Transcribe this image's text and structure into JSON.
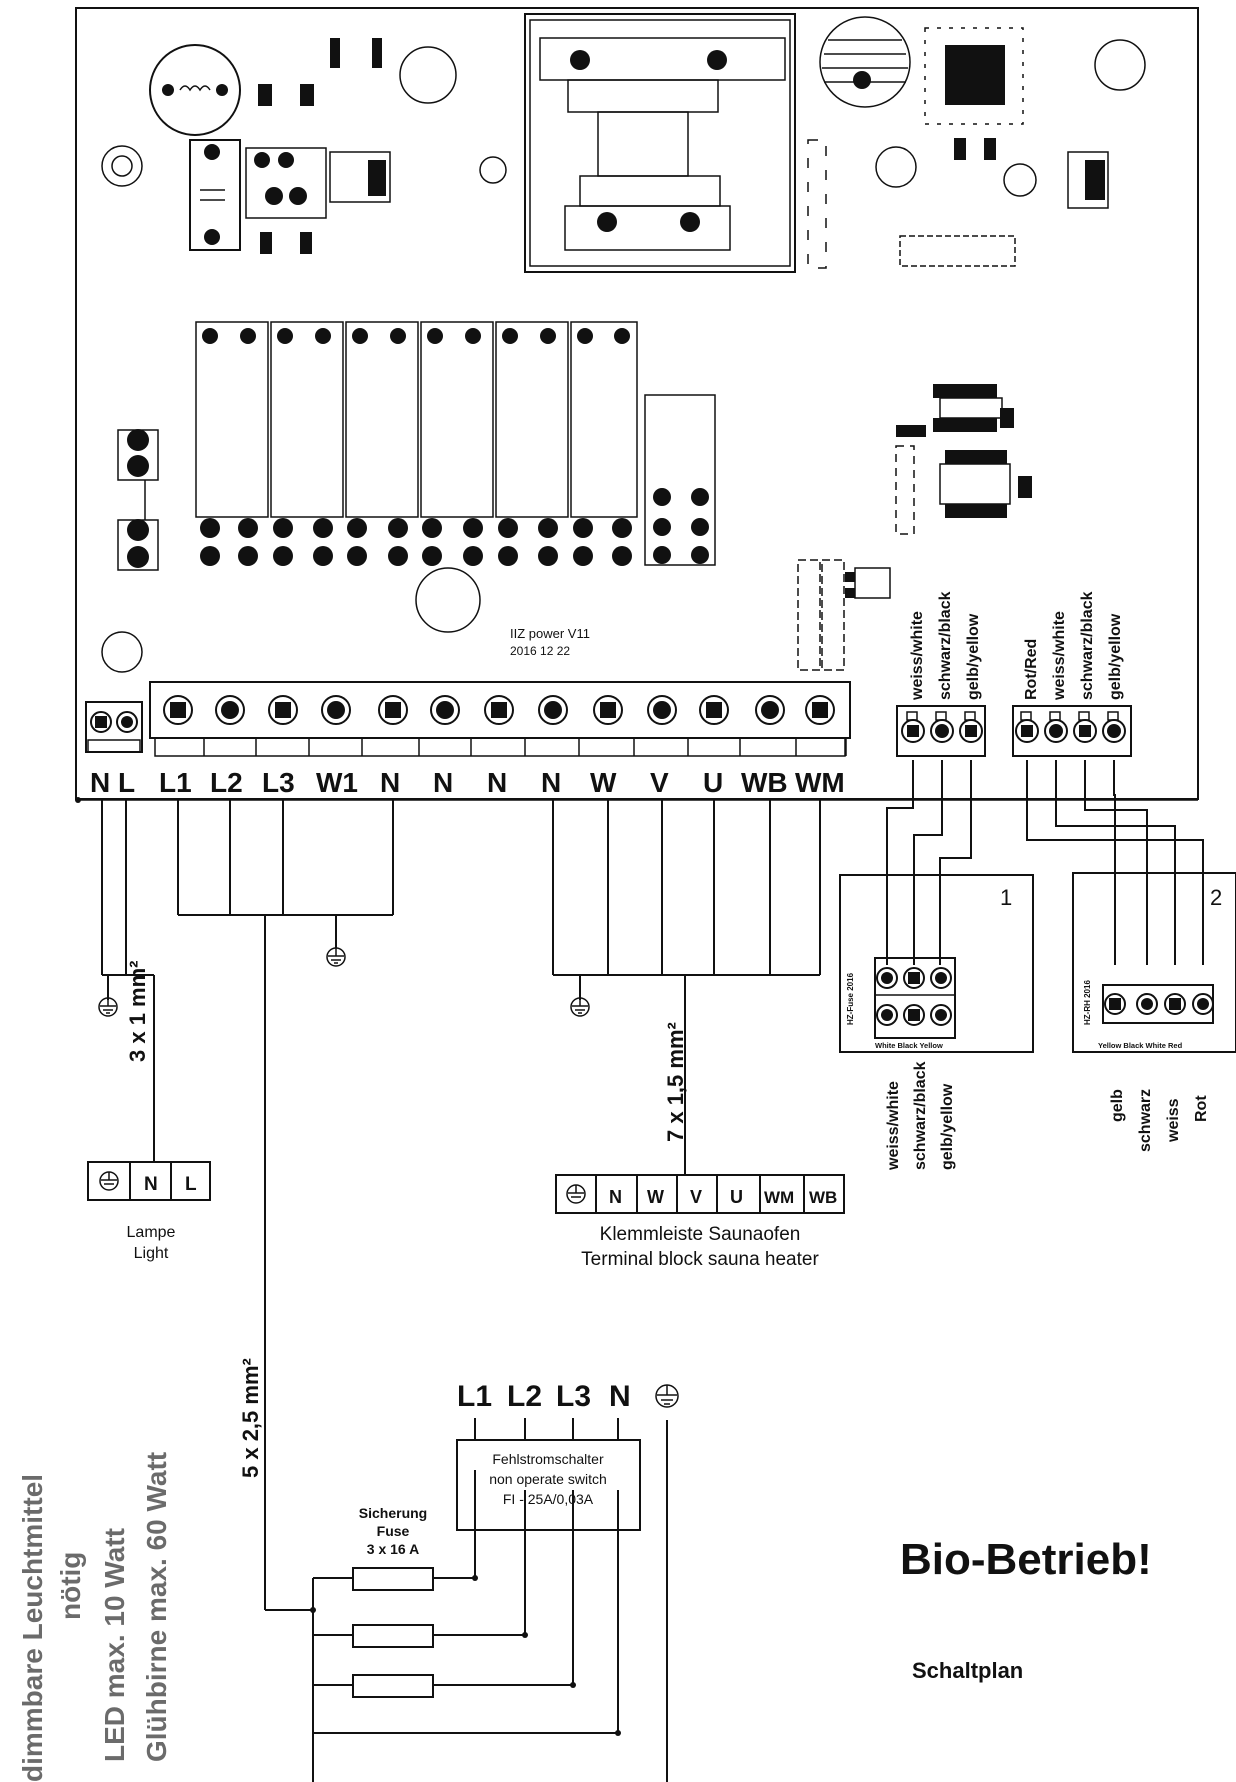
{
  "board": {
    "label_line1": "IIZ power V11",
    "label_line2": "2016 12 22"
  },
  "lamp_terminals": [
    "N",
    "L"
  ],
  "main_terminals": [
    "L1",
    "L2",
    "L3",
    "W1",
    "N",
    "N",
    "N",
    "N",
    "W",
    "V",
    "U",
    "WB",
    "WM"
  ],
  "sensor1_labels": [
    "weiss/white",
    "schwarz/black",
    "gelb/yellow"
  ],
  "sensor2_labels": [
    "Rot/Red",
    "weiss/white",
    "schwarz/black",
    "gelb/yellow"
  ],
  "box1": {
    "number": "1",
    "side_label": "HZ-Fuse 2016",
    "bottom_label": "White Black Yellow",
    "wire_labels": [
      "weiss/white",
      "schwarz/black",
      "gelb/yellow"
    ]
  },
  "box2": {
    "number": "2",
    "side_label": "HZ-RH 2016",
    "bottom_label": "Yellow Black White Red",
    "wire_labels": [
      "gelb",
      "schwarz",
      "weiss",
      "Rot"
    ]
  },
  "cables": {
    "lamp": "3 x 1 mm²",
    "heater": "7 x 1,5 mm²",
    "supply": "5 x 2,5 mm²"
  },
  "lamp_block": {
    "terminals": [
      "N",
      "L"
    ],
    "caption1": "Lampe",
    "caption2": "Light"
  },
  "heater_block": {
    "terminals": [
      "N",
      "W",
      "V",
      "U",
      "WM",
      "WB"
    ],
    "caption1": "Klemmleiste Saunaofen",
    "caption2": "Terminal block sauna heater"
  },
  "supply_terminals": [
    "L1",
    "L2",
    "L3",
    "N"
  ],
  "rcd": {
    "line1": "Fehlstromschalter",
    "line2": "non operate switch",
    "line3": "FI - 25A/0,03A"
  },
  "fuse": {
    "line1": "Sicherung",
    "line2": "Fuse",
    "line3": "3 x 16 A"
  },
  "side_notes": {
    "line1": "dimmbare Leuchtmittel",
    "line2": "nötig",
    "line3": "LED max. 10 Watt",
    "line4": "Glühbirne max. 60 Watt"
  },
  "bio_title": "Bio-Betrieb!",
  "schaltplan": "Schaltplan",
  "colors": {
    "ink": "#111111",
    "grey_text": "#6b6b6b"
  }
}
